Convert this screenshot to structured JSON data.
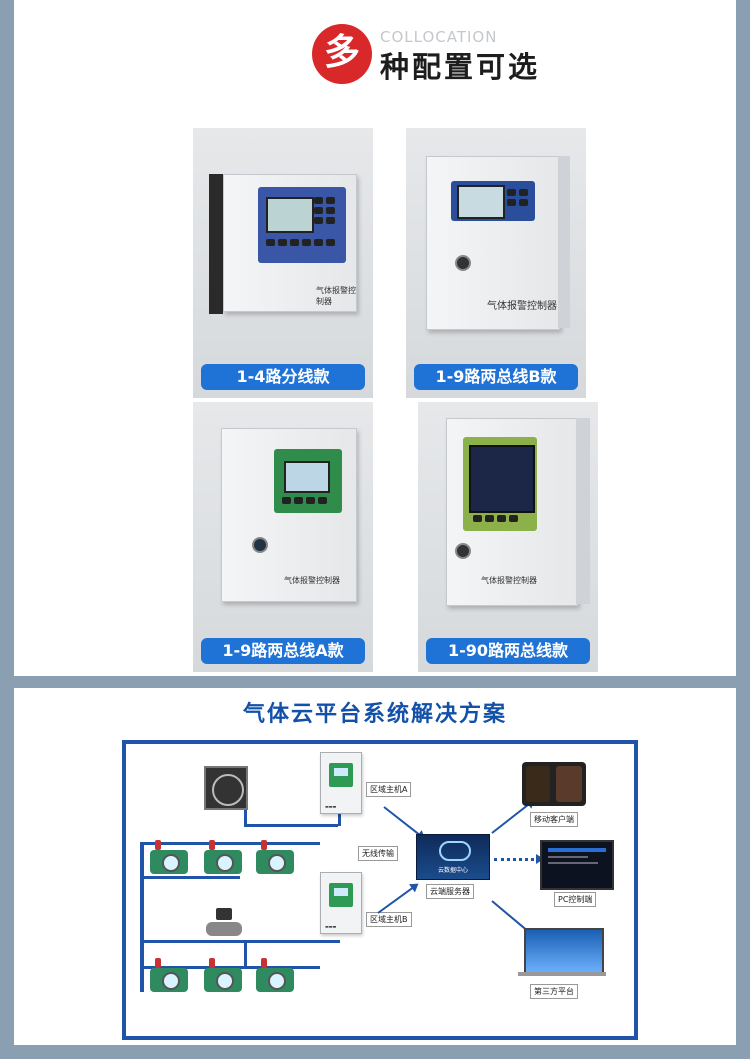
{
  "header": {
    "badge_char": "多",
    "subtitle_en": "COLLOCATION",
    "title_cn": "种配置可选"
  },
  "products": [
    {
      "label": "1-4路分线款",
      "device_text": "气体报警控制器"
    },
    {
      "label": "1-9路两总线B款",
      "device_text": "气体报警控制器"
    },
    {
      "label": "1-9路两总线A款",
      "device_text": "气体报警控制器"
    },
    {
      "label": "1-90路两总线款",
      "device_text": "气体报警控制器"
    }
  ],
  "diagram": {
    "title": "气体云平台系统解决方案",
    "labels": {
      "host_a": "区域主机A",
      "host_b": "区域主机B",
      "wireless": "无线传输",
      "cloud_center": "云数据中心",
      "cloud_server": "云端服务器",
      "mobile": "移动客户端",
      "pc": "PC控制端",
      "third_party": "第三方平台"
    }
  },
  "colors": {
    "background": "#8a9fb1",
    "accent_blue": "#1f72d6",
    "badge_red": "#d8282a",
    "diagram_blue": "#1f54a8"
  }
}
